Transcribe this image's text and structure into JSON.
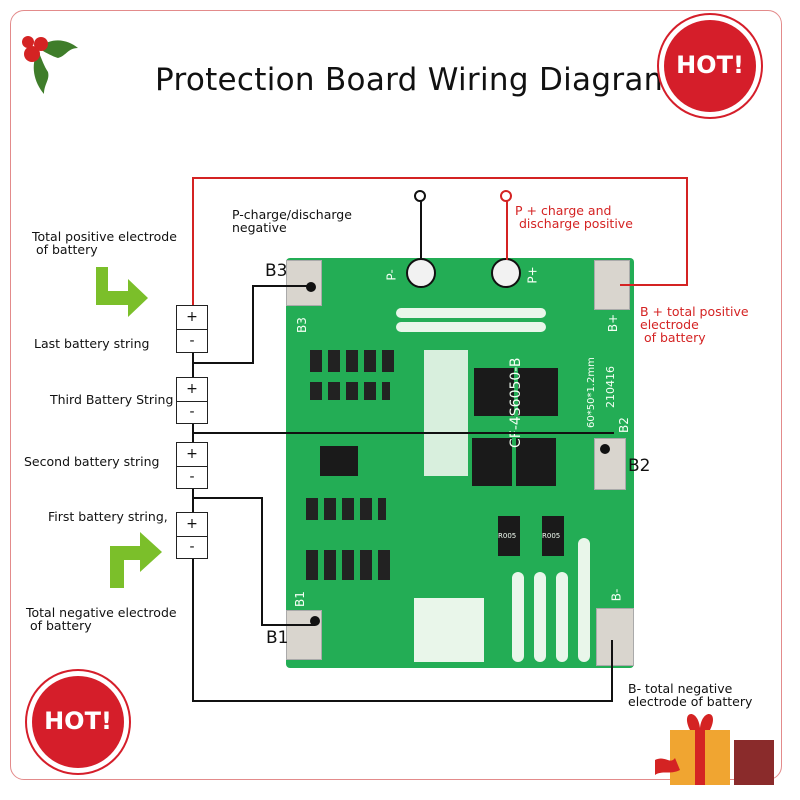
{
  "title": "Protection Board Wiring Diagram",
  "labels": {
    "p_minus": "P-charge/discharge\nnegative",
    "p_plus": "P + charge and\n discharge positive",
    "total_positive": "Total positive electrode\n of battery",
    "last_string": "Last battery string",
    "third_string": "Third Battery String",
    "second_string": "Second battery string",
    "first_string": "First battery string,",
    "total_negative": "Total negative electrode\n of battery",
    "b_plus_total": "B + total positive\nelectrode\n of battery",
    "b_minus_total": "B- total negative\nelectrode of battery",
    "b3": "B3",
    "b2": "B2",
    "b1": "B1"
  },
  "cells": [
    {
      "plus": "+",
      "minus": "-"
    },
    {
      "plus": "+",
      "minus": "-"
    },
    {
      "plus": "+",
      "minus": "-"
    },
    {
      "plus": "+",
      "minus": "-"
    }
  ],
  "badges": {
    "hot": "HOT!"
  },
  "pcb": {
    "silk_pminus": "P-",
    "silk_pplus": "P+",
    "silk_bplus": "B+",
    "silk_b3": "B3",
    "silk_b2": "B2",
    "silk_b1": "B1",
    "silk_bminus": "B-",
    "model": "CF-4S6050-B",
    "dims": "60*50*1.2mm",
    "date": "210416",
    "r1": "R005",
    "r2": "R005"
  },
  "colors": {
    "pcb_green": "#23ad55",
    "wire_red": "#d42323",
    "arrow_green": "#7bbf2a",
    "badge_red": "#d51e2a"
  }
}
